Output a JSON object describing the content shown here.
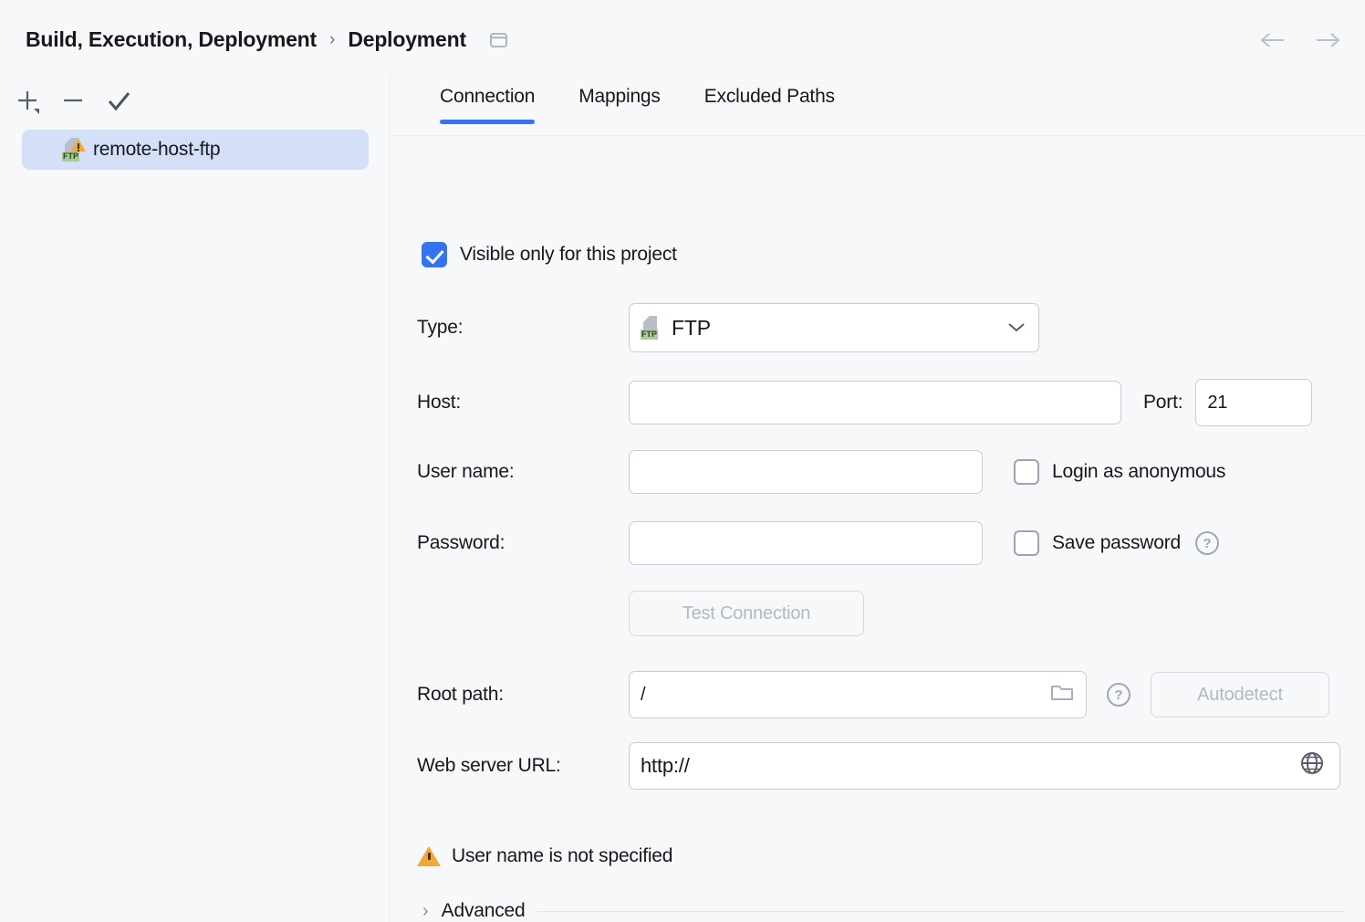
{
  "header": {
    "breadcrumb": [
      "Build, Execution, Deployment",
      "Deployment"
    ],
    "separator": "›",
    "panel_icon": "window-panel-icon",
    "back_icon": "arrow-left-icon",
    "forward_icon": "arrow-right-icon"
  },
  "sidebar": {
    "toolbar": {
      "add_label": "+",
      "add_icon": "plus-with-dropdown-icon",
      "remove_label": "−",
      "remove_icon": "minus-icon",
      "apply_icon": "checkmark-icon"
    },
    "items": [
      {
        "label": "remote-host-ftp",
        "icon": "ftp-server-warning-icon",
        "badge": "FTP",
        "selected": true
      }
    ]
  },
  "tabs": [
    {
      "label": "Connection",
      "active": true
    },
    {
      "label": "Mappings",
      "active": false
    },
    {
      "label": "Excluded Paths",
      "active": false
    }
  ],
  "form": {
    "visible_only": {
      "label": "Visible only for this project",
      "checked": true
    },
    "type": {
      "label": "Type:",
      "value": "FTP",
      "badge": "FTP",
      "chevron": "chevron-down-icon"
    },
    "host": {
      "label": "Host:",
      "value": "",
      "placeholder": ""
    },
    "port": {
      "label": "Port:",
      "value": "21"
    },
    "user_name": {
      "label": "User name:",
      "value": "",
      "placeholder": ""
    },
    "login_anonymous": {
      "label": "Login as anonymous",
      "checked": false
    },
    "password": {
      "label": "Password:",
      "value": "",
      "placeholder": ""
    },
    "save_password": {
      "label": "Save password",
      "checked": false,
      "help": "?"
    },
    "test_connection": {
      "label": "Test Connection",
      "disabled": true
    },
    "root_path": {
      "label": "Root path:",
      "value": "/",
      "folder_icon": "folder-icon",
      "help": "?"
    },
    "autodetect": {
      "label": "Autodetect",
      "disabled": true
    },
    "web_server_url": {
      "label": "Web server URL:",
      "value": "http://",
      "globe_icon": "globe-icon"
    },
    "warning": {
      "text": "User name is not specified",
      "icon": "warning-triangle-icon"
    },
    "advanced": {
      "label": "Advanced",
      "chevron": "›",
      "expanded": false
    }
  },
  "colors": {
    "accent": "#3574F0",
    "selection": "#D4DFF8",
    "background": "#F7F8FA",
    "warning": "#F2A73B",
    "badge_green": "#A8CD96",
    "disabled_text": "#B4B8C2"
  }
}
